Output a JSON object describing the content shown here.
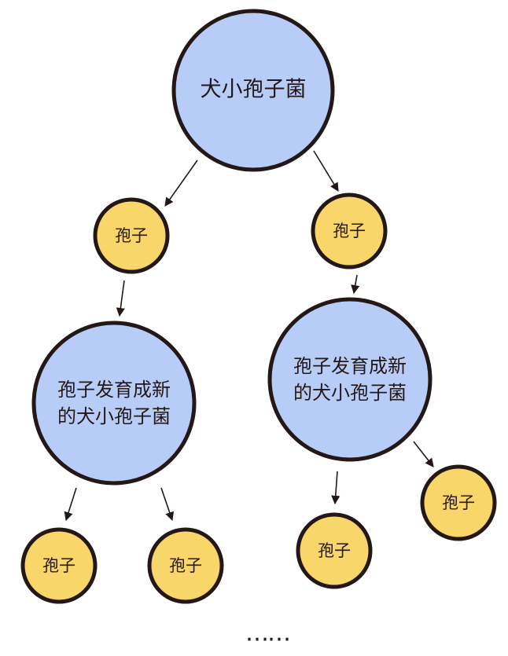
{
  "root": {
    "label": "犬小孢子菌"
  },
  "spores": [
    "孢子",
    "孢子",
    "孢子",
    "孢子",
    "孢子",
    "孢子"
  ],
  "offspring": {
    "line1": "孢子发育成新",
    "line2": "的犬小孢子菌"
  },
  "ellipsis": "……",
  "colors": {
    "fungus_fill": "#b8ccf8",
    "spore_fill": "#f8d66a",
    "outline": "#231816"
  }
}
